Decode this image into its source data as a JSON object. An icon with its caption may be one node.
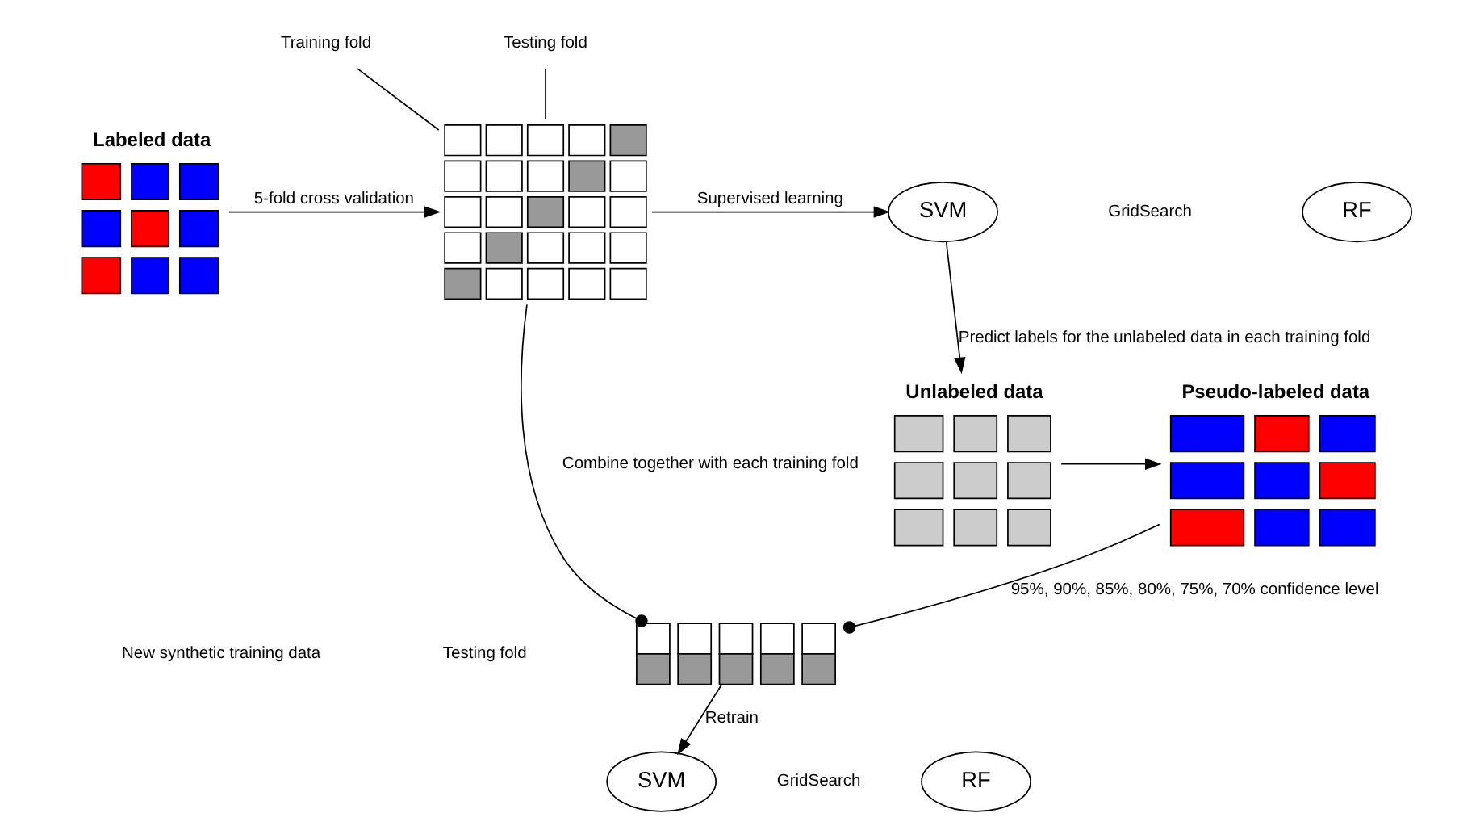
{
  "diagram": {
    "nodes": [
      {
        "text": [
          "Labeled data"
        ]
      },
      {
        "text": [],
        "shape": "picture"
      },
      {
        "text": [
          "SVM"
        ]
      },
      {
        "text": [
          "RF"
        ]
      },
      {
        "text": [
          "Unlabeled data"
        ]
      },
      {
        "text": [
          "Pseudo-labeled data"
        ]
      },
      {
        "text": [],
        "shape": "picture"
      },
      {
        "text": [
          "SVM"
        ]
      },
      {
        "text": [
          "RF"
        ]
      },
      {
        "text": [
          "Training fold"
        ]
      },
      {
        "text": [
          "Testing fold"
        ]
      }
    ],
    "edges": [
      {
        "from": 0,
        "to": 1,
        "arrow": "to",
        "label": "5-fold cross validation"
      },
      {
        "from": 1,
        "to": 2,
        "arrow": "to",
        "label": "Supervised learning"
      },
      {
        "from": 2,
        "to": 4,
        "arrow": "to",
        "label": "Predict labels for the unlabeled data in each training fold"
      },
      {
        "from": 4,
        "to": 5,
        "arrow": "to"
      },
      {
        "from": 5,
        "to": 6,
        "arrow": "other",
        "label": "95%, 90%, 85%, 80%, 75%, 70% confidence level"
      },
      {
        "from": 1,
        "to": 6,
        "arrow": "other",
        "label": "Combine together with each training fold"
      },
      {
        "from": 6,
        "to": 7,
        "arrow": "to",
        "label": "Retrain"
      },
      {
        "from": 9,
        "to": 1,
        "arrow": "none"
      },
      {
        "from": 10,
        "to": 1,
        "arrow": "none"
      }
    ],
    "labels": [
      "GridSearch",
      "New synthetic training data",
      "Testing fold",
      "GridSearch"
    ]
  }
}
